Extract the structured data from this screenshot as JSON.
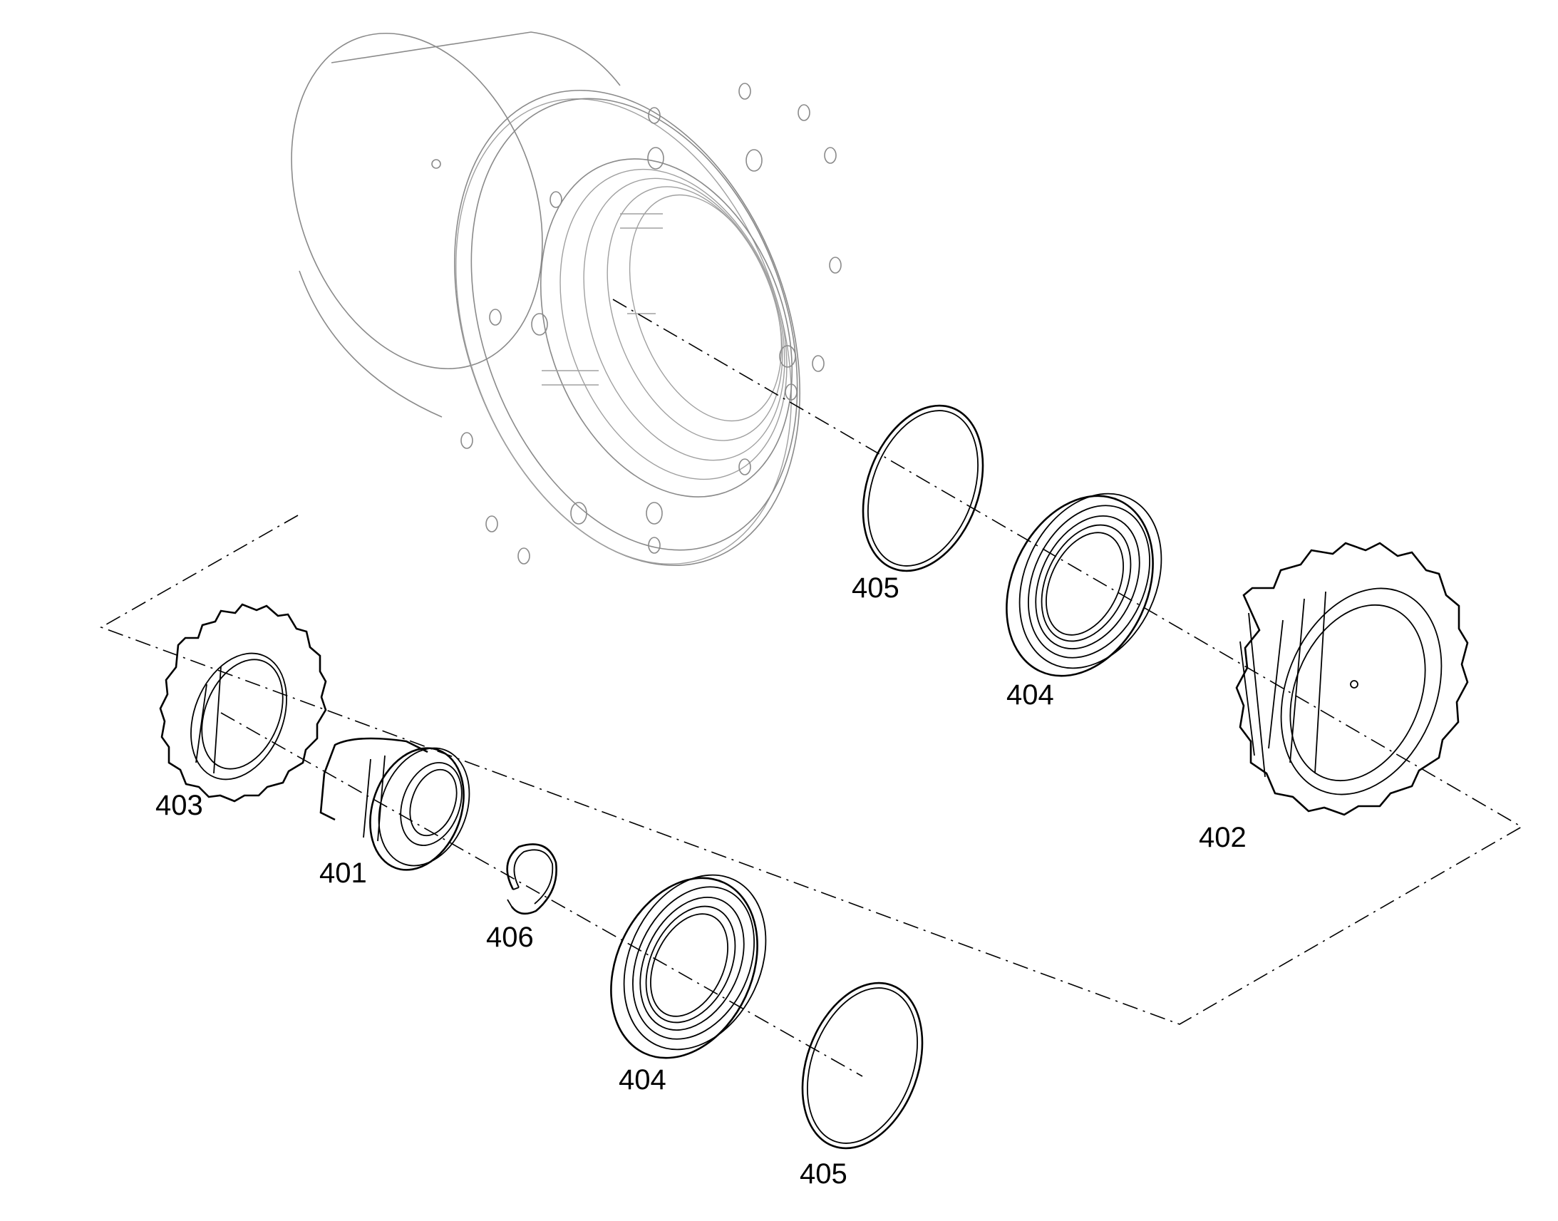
{
  "labels": {
    "ring_top": "405",
    "bearing_top": "404",
    "gear_large": "402",
    "gear_small": "403",
    "hub": "401",
    "circlip": "406",
    "bearing_bottom": "404",
    "ring_bottom": "405"
  },
  "colors": {
    "line": "#000000",
    "housing_line": "#8a8a8a",
    "background": "#ffffff"
  }
}
